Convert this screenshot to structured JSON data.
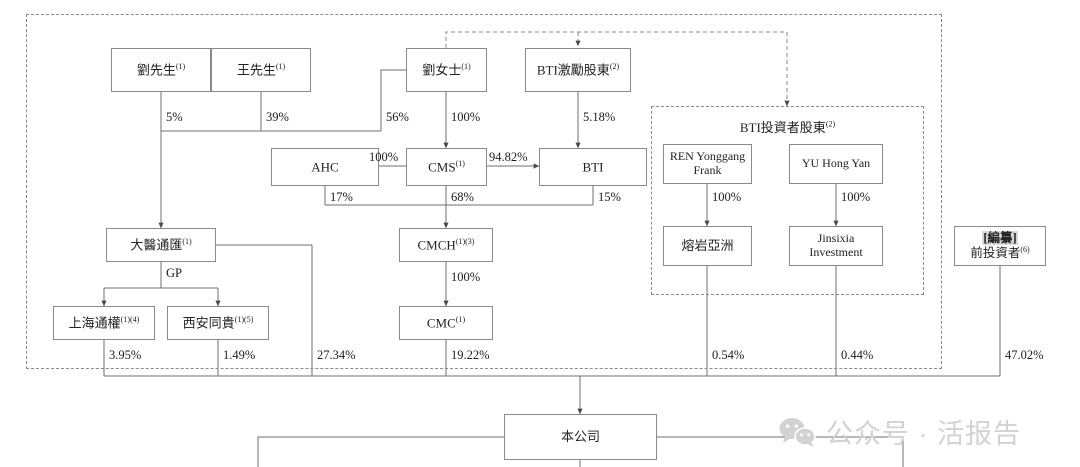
{
  "chart": {
    "title": "Shareholding Structure Chart",
    "type": "org-chart",
    "outer_group_style": "dashed"
  },
  "nodes": {
    "liu_mr": {
      "label": "劉先生",
      "note": "(1)"
    },
    "wang_mr": {
      "label": "王先生",
      "note": "(1)"
    },
    "liu_ms": {
      "label": "劉女士",
      "note": "(1)"
    },
    "bti_incentive": {
      "label": "BTI激勵股東",
      "note": "(2)"
    },
    "ahc": {
      "label": "AHC",
      "note": ""
    },
    "cms": {
      "label": "CMS",
      "note": "(1)"
    },
    "bti": {
      "label": "BTI",
      "note": ""
    },
    "dayi": {
      "label": "大醫通匯",
      "note": "(1)"
    },
    "cmch": {
      "label": "CMCH",
      "note": "(1)(3)"
    },
    "shanghai": {
      "label": "上海通權",
      "note": "(1)(4)"
    },
    "xian": {
      "label": "西安同貴",
      "note": "(1)(5)"
    },
    "cmc": {
      "label": "CMC",
      "note": "(1)"
    },
    "ren": {
      "line1": "REN Yonggang",
      "line2": "Frank"
    },
    "yu": {
      "line1": "YU Hong Yan",
      "line2": ""
    },
    "rongyan": {
      "line1": "熔岩亞洲",
      "line2": ""
    },
    "jinsixia": {
      "line1": "Jinsixia",
      "line2": "Investment"
    },
    "preinvestor": {
      "line1": "[編纂]",
      "line2": "前投資者",
      "note": "(6)"
    },
    "company": {
      "label": "本公司",
      "note": ""
    }
  },
  "group_labels": {
    "bti_investor": {
      "label": "BTI投資者股東",
      "note": "(2)"
    }
  },
  "edges": [
    {
      "from": "liu_mr",
      "to": "dayi",
      "value": "5%"
    },
    {
      "from": "wang_mr",
      "to": "dayi",
      "value": "39%"
    },
    {
      "from": "liu_ms",
      "to": "dayi",
      "value": "56%"
    },
    {
      "from": "liu_ms",
      "to": "cms",
      "value": "100%"
    },
    {
      "from": "bti_incentive",
      "to": "bti",
      "value": "5.18%"
    },
    {
      "from": "cms",
      "to": "ahc",
      "value": "100%"
    },
    {
      "from": "cms",
      "to": "bti",
      "value": "94.82%"
    },
    {
      "from": "ahc",
      "to": "cmch",
      "value": "17%"
    },
    {
      "from": "cms",
      "to": "cmch",
      "value": "68%"
    },
    {
      "from": "bti",
      "to": "cmch",
      "value": "15%"
    },
    {
      "from": "dayi",
      "to": "shanghai",
      "value": "GP"
    },
    {
      "from": "dayi",
      "to": "xian",
      "value": "GP"
    },
    {
      "from": "cmch",
      "to": "cmc",
      "value": "100%"
    },
    {
      "from": "ren",
      "to": "rongyan",
      "value": "100%"
    },
    {
      "from": "yu",
      "to": "jinsixia",
      "value": "100%"
    },
    {
      "from": "shanghai",
      "to": "company",
      "value": "3.95%"
    },
    {
      "from": "xian",
      "to": "company",
      "value": "1.49%"
    },
    {
      "from": "dayi",
      "to": "company",
      "value": "27.34%"
    },
    {
      "from": "cmc",
      "to": "company",
      "value": "19.22%"
    },
    {
      "from": "rongyan",
      "to": "company",
      "value": "0.54%"
    },
    {
      "from": "jinsixia",
      "to": "company",
      "value": "0.44%"
    },
    {
      "from": "preinvestor",
      "to": "company",
      "value": "47.02%"
    }
  ],
  "labels": {
    "p_5": "5%",
    "p_39": "39%",
    "p_56": "56%",
    "p_100_cms": "100%",
    "p_518": "5.18%",
    "p_100_ahc": "100%",
    "p_9482": "94.82%",
    "p_17": "17%",
    "p_68": "68%",
    "p_15": "15%",
    "gp": "GP",
    "p_100_cmc": "100%",
    "p_100_ren": "100%",
    "p_100_yu": "100%",
    "p_395": "3.95%",
    "p_149": "1.49%",
    "p_2734": "27.34%",
    "p_1922": "19.22%",
    "p_054": "0.54%",
    "p_044": "0.44%",
    "p_4702": "47.02%"
  },
  "watermark": {
    "text": "公众号 · 活报告",
    "icon": "wechat-icon",
    "color": "#d2d2d2"
  },
  "colors": {
    "box_border": "#8a8a8a",
    "line": "#6f6f6f",
    "dashed": "#8a8a8a",
    "text": "#222222",
    "highlight": "#d9d9d9"
  }
}
